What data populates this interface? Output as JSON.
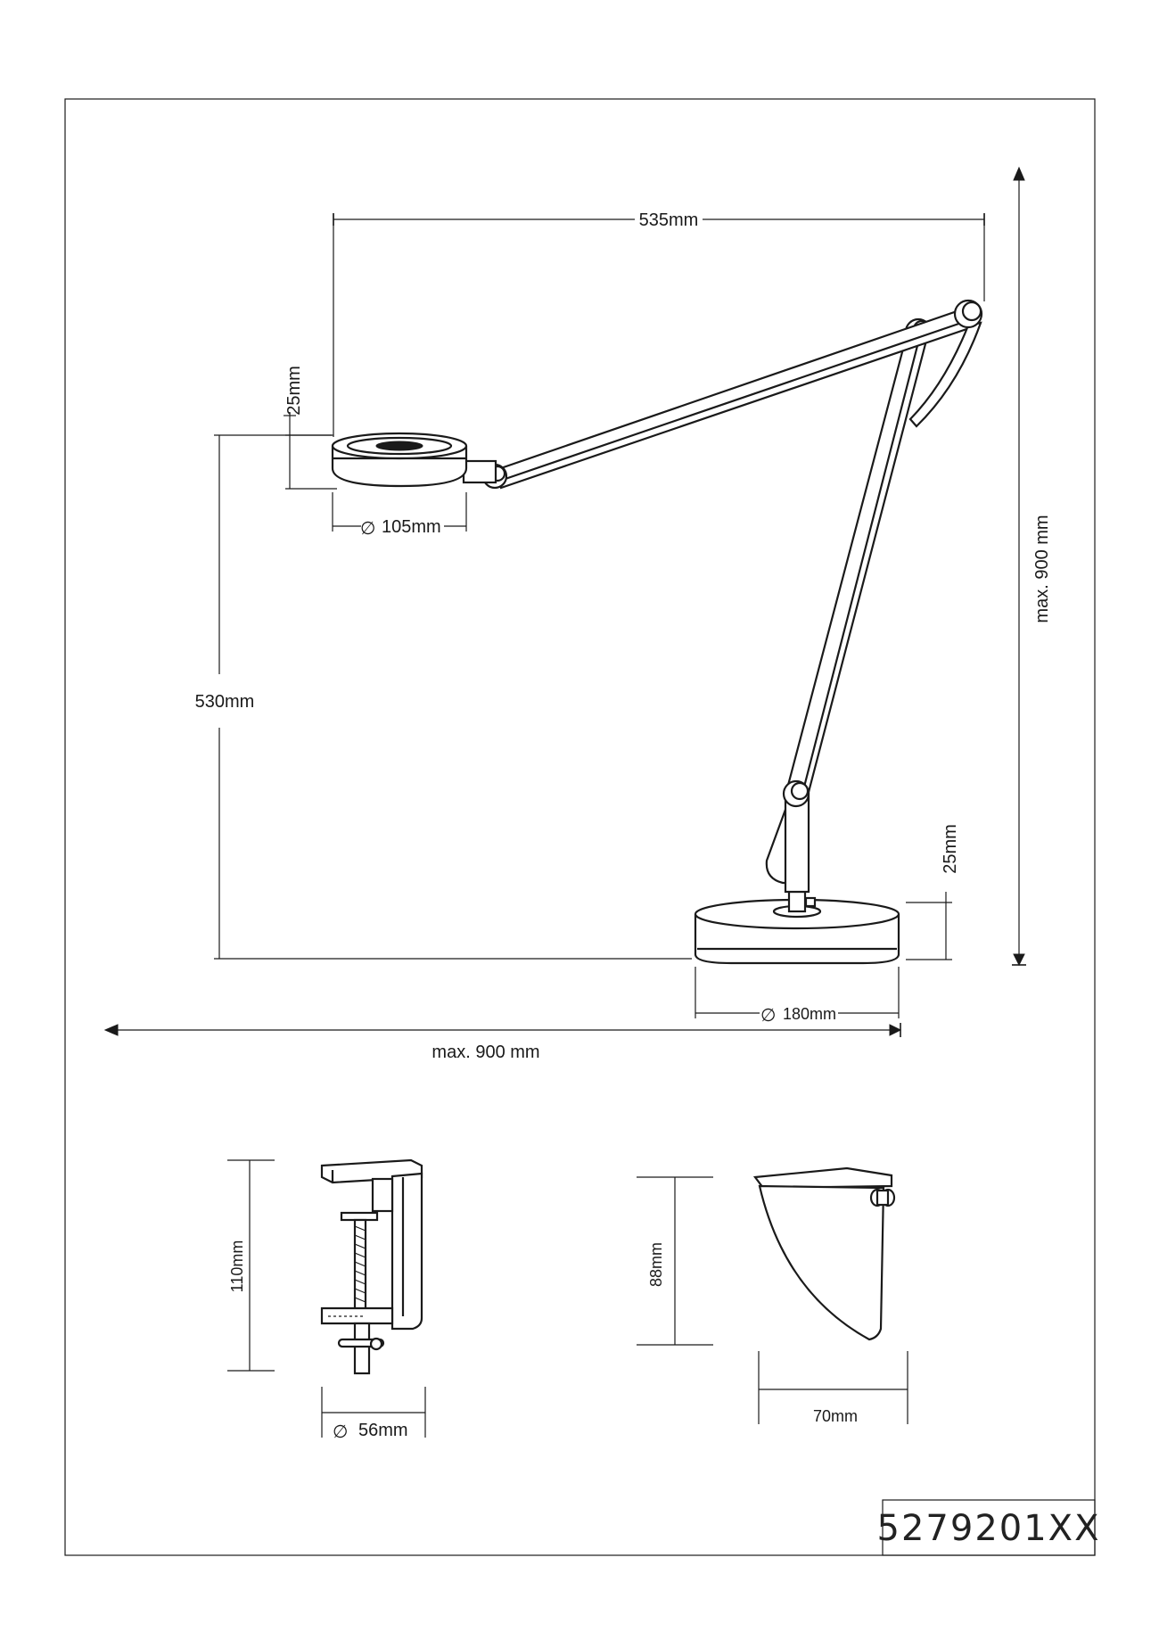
{
  "dimensions": {
    "arm_length": "535mm",
    "head_height": "25mm",
    "head_diameter": "105mm",
    "head_elevation": "530mm",
    "max_height": "max. 900 mm",
    "base_height": "25mm",
    "base_diameter": "180mm",
    "max_reach": "max. 900 mm",
    "clamp_height": "110mm",
    "clamp_diameter": "56mm",
    "holder_height": "88mm",
    "holder_width": "70mm"
  },
  "symbols": {
    "diameter": "∅"
  },
  "product_code": "5279201XX"
}
